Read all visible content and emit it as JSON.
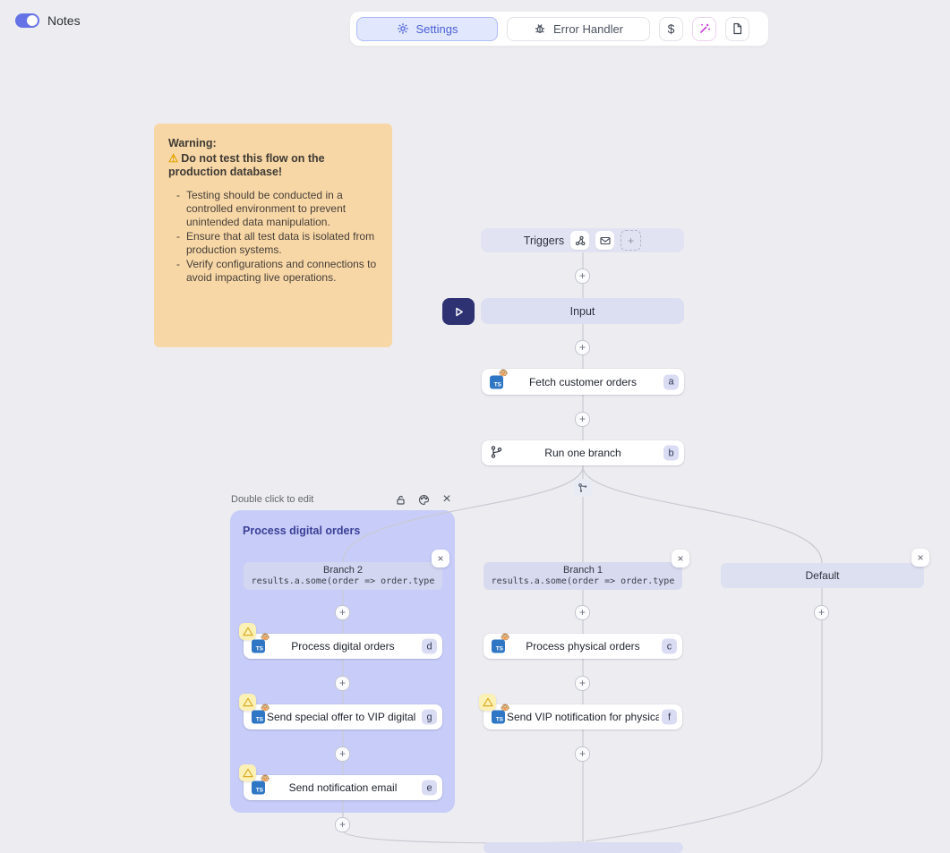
{
  "header": {
    "notes_label": "Notes"
  },
  "toolbar": {
    "settings": "Settings",
    "error_handler": "Error Handler",
    "dollar": "$"
  },
  "note": {
    "title": "Warning:",
    "warning_icon": "⚠",
    "warning_text": "Do not test this flow on the production database!",
    "bullets": [
      "Testing should be conducted in a controlled environment to prevent unintended data manipulation.",
      "Ensure that all test data is isolated from production systems.",
      "Verify configurations and connections to avoid impacting live operations."
    ]
  },
  "flow": {
    "triggers": {
      "label": "Triggers"
    },
    "input": {
      "label": "Input"
    },
    "fetch": {
      "label": "Fetch customer orders",
      "badge": "a"
    },
    "run_branch": {
      "label": "Run one branch",
      "badge": "b"
    },
    "group": {
      "hint": "Double click to edit",
      "title": "Process digital orders"
    },
    "branch2": {
      "label": "Branch 2",
      "code": "results.a.some(order => order.type"
    },
    "branch1": {
      "label": "Branch 1",
      "code": "results.a.some(order => order.type"
    },
    "default_branch": {
      "label": "Default"
    },
    "node_d": {
      "label": "Process digital orders",
      "badge": "d"
    },
    "node_g": {
      "label": "Send special offer to VIP digital c...",
      "badge": "g"
    },
    "node_e": {
      "label": "Send notification email",
      "badge": "e"
    },
    "node_c": {
      "label": "Process physical orders",
      "badge": "c"
    },
    "node_f": {
      "label": "Send VIP notification for physical...",
      "badge": "f"
    }
  },
  "icons": {
    "ts_label": "TS",
    "ts_emoji": "🐵",
    "close": "×",
    "plus": "+"
  },
  "colors": {
    "accent": "#5b6be8",
    "note_bg": "#f8d7a7",
    "group_bg": "#c7cdf8",
    "wand": "#c026d3",
    "play_bg": "#2e3273",
    "warning_badge_bg": "#fbf0b6"
  }
}
